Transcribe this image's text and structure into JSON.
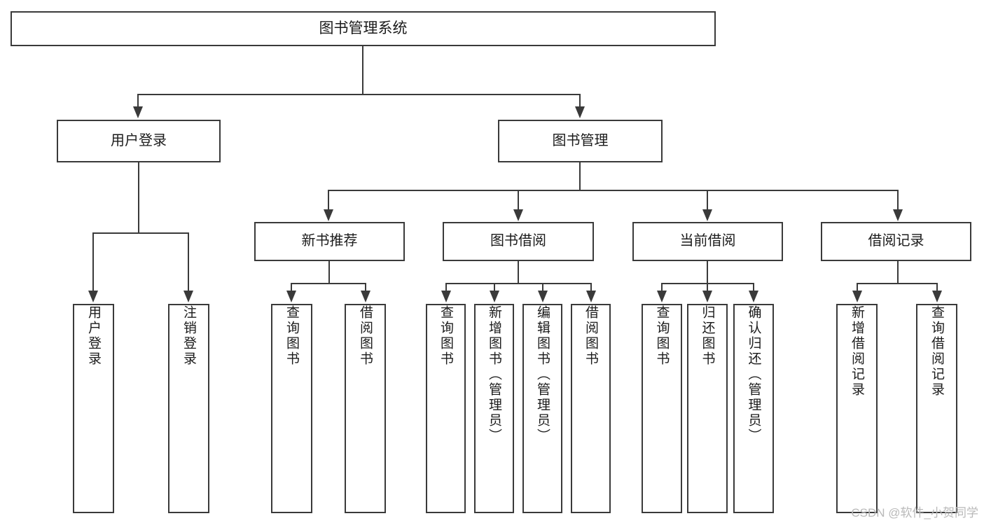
{
  "diagram": {
    "type": "tree-hierarchy",
    "title": "图书管理系统",
    "root": {
      "label": "图书管理系统"
    },
    "level2": [
      {
        "label": "用户登录"
      },
      {
        "label": "图书管理"
      }
    ],
    "level3": [
      {
        "label": "新书推荐"
      },
      {
        "label": "图书借阅"
      },
      {
        "label": "当前借阅"
      },
      {
        "label": "借阅记录"
      }
    ],
    "leaves": {
      "user_login": [
        {
          "label": "用户登录"
        },
        {
          "label": "注销登录"
        }
      ],
      "new_book_recommend": [
        {
          "label": "查询图书"
        },
        {
          "label": "借阅图书"
        }
      ],
      "book_borrow": [
        {
          "label": "查询图书"
        },
        {
          "label": "新增图书（管理员）"
        },
        {
          "label": "编辑图书（管理员）"
        },
        {
          "label": "借阅图书"
        }
      ],
      "current_borrow": [
        {
          "label": "查询图书"
        },
        {
          "label": "归还图书"
        },
        {
          "label": "确认归还（管理员）"
        }
      ],
      "borrow_record": [
        {
          "label": "新增借阅记录"
        },
        {
          "label": "查询借阅记录"
        }
      ]
    }
  },
  "watermark": {
    "text": "CSDN @软件_小贺同学"
  },
  "colors": {
    "box_border": "#3a3a3a",
    "connector": "#3a3a3a",
    "background": "#ffffff",
    "text": "#1b1b1b",
    "watermark": "#b9b9b9"
  }
}
